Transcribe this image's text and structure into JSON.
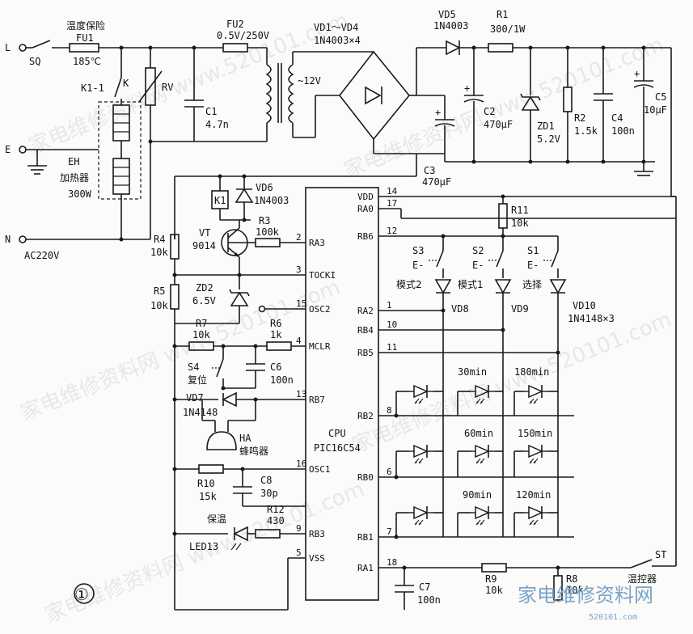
{
  "figure_number": "①",
  "watermark": "家电维修资料网 www.520101.com",
  "brand": {
    "name": "家电维修资料网",
    "url": "520101.com"
  },
  "power": {
    "terminal_L": "L",
    "terminal_E": "E",
    "terminal_N": "N",
    "switch_SQ": "SQ",
    "thermal_fuse_title": "温度保险",
    "fuse1_ref": "FU1",
    "fuse1_val": "185℃",
    "relay_contact": "K1-1",
    "relay_K": "K",
    "varistor": "RV",
    "heater_ref": "EH",
    "heater_name": "加热器",
    "heater_power": "300W",
    "mains": "AC220V",
    "fuse2_ref": "FU2",
    "fuse2_val": "0.5V/250V",
    "c1_ref": "C1",
    "c1_val": "4.7n",
    "transformer_out": "~12V",
    "bridge_ref": "VD1～VD4",
    "bridge_val": "1N4003×4",
    "vd5_ref": "VD5",
    "vd5_val": "1N4003",
    "r1_ref": "R1",
    "r1_val": "300/1W",
    "c2_ref": "C2",
    "c2_val": "470μF",
    "c3_ref": "C3",
    "c3_val": "470μF",
    "zd1_ref": "ZD1",
    "zd1_val": "5.2V",
    "r2_ref": "R2",
    "r2_val": "1.5k",
    "c4_ref": "C4",
    "c4_val": "100n",
    "c5_ref": "C5",
    "c5_val": "10μF"
  },
  "control": {
    "k1": "K1",
    "vd6_ref": "VD6",
    "vd6_val": "1N4003",
    "vt_ref": "VT",
    "vt_val": "9014",
    "r3_ref": "R3",
    "r3_val": "100k",
    "r4_ref": "R4",
    "r4_val": "10k",
    "r5_ref": "R5",
    "r5_val": "10k",
    "zd2_ref": "ZD2",
    "zd2_val": "6.5V",
    "r7_ref": "R7",
    "r7_val": "10k",
    "r6_ref": "R6",
    "r6_val": "1k",
    "s4_ref": "S4",
    "s4_name": "复位",
    "c6_ref": "C6",
    "c6_val": "100n",
    "vd7_ref": "VD7",
    "vd7_val": "1N4148",
    "ha_ref": "HA",
    "ha_name": "蜂鸣器",
    "r10_ref": "R10",
    "r10_val": "15k",
    "c8_ref": "C8",
    "c8_val": "30p",
    "keep_warm": "保温",
    "led13": "LED13",
    "r12_ref": "R12",
    "r12_val": "430"
  },
  "cpu": {
    "name": "CPU",
    "part": "PIC16C54",
    "left_pins": [
      {
        "name": "RA3",
        "num": "2"
      },
      {
        "name": "TOCKI",
        "num": "3"
      },
      {
        "name": "OSC2",
        "num": "15"
      },
      {
        "name": "MCLR",
        "num": "4"
      },
      {
        "name": "RB7",
        "num": "13"
      },
      {
        "name": "OSC1",
        "num": "16"
      },
      {
        "name": "RB3",
        "num": "9"
      },
      {
        "name": "VSS",
        "num": "5"
      }
    ],
    "right_pins": [
      {
        "name": "VDD",
        "num": "14"
      },
      {
        "name": "RA0",
        "num": "17"
      },
      {
        "name": "RB6",
        "num": "12"
      },
      {
        "name": "RA2",
        "num": "1"
      },
      {
        "name": "RB4",
        "num": "10"
      },
      {
        "name": "RB5",
        "num": "11"
      },
      {
        "name": "RB2",
        "num": "8"
      },
      {
        "name": "RB0",
        "num": "6"
      },
      {
        "name": "RB1",
        "num": "7"
      },
      {
        "name": "RA1",
        "num": "18"
      }
    ]
  },
  "keys": {
    "r11_ref": "R11",
    "r11_val": "10k",
    "s3_ref": "S3",
    "s3_name": "模式2",
    "s2_ref": "S2",
    "s2_name": "模式1",
    "s1_ref": "S1",
    "s1_name": "选择",
    "vd8": "VD8",
    "vd9": "VD9",
    "vd10": "VD10",
    "vd_val": "1N4148×3"
  },
  "leds": [
    "30min",
    "180min",
    "60min",
    "150min",
    "90min",
    "120min"
  ],
  "sensor": {
    "st_ref": "ST",
    "st_name": "温控器",
    "r9_ref": "R9",
    "r9_val": "10k",
    "r8_ref": "R8",
    "r8_val": "10k",
    "c7_ref": "C7",
    "c7_val": "100n"
  }
}
